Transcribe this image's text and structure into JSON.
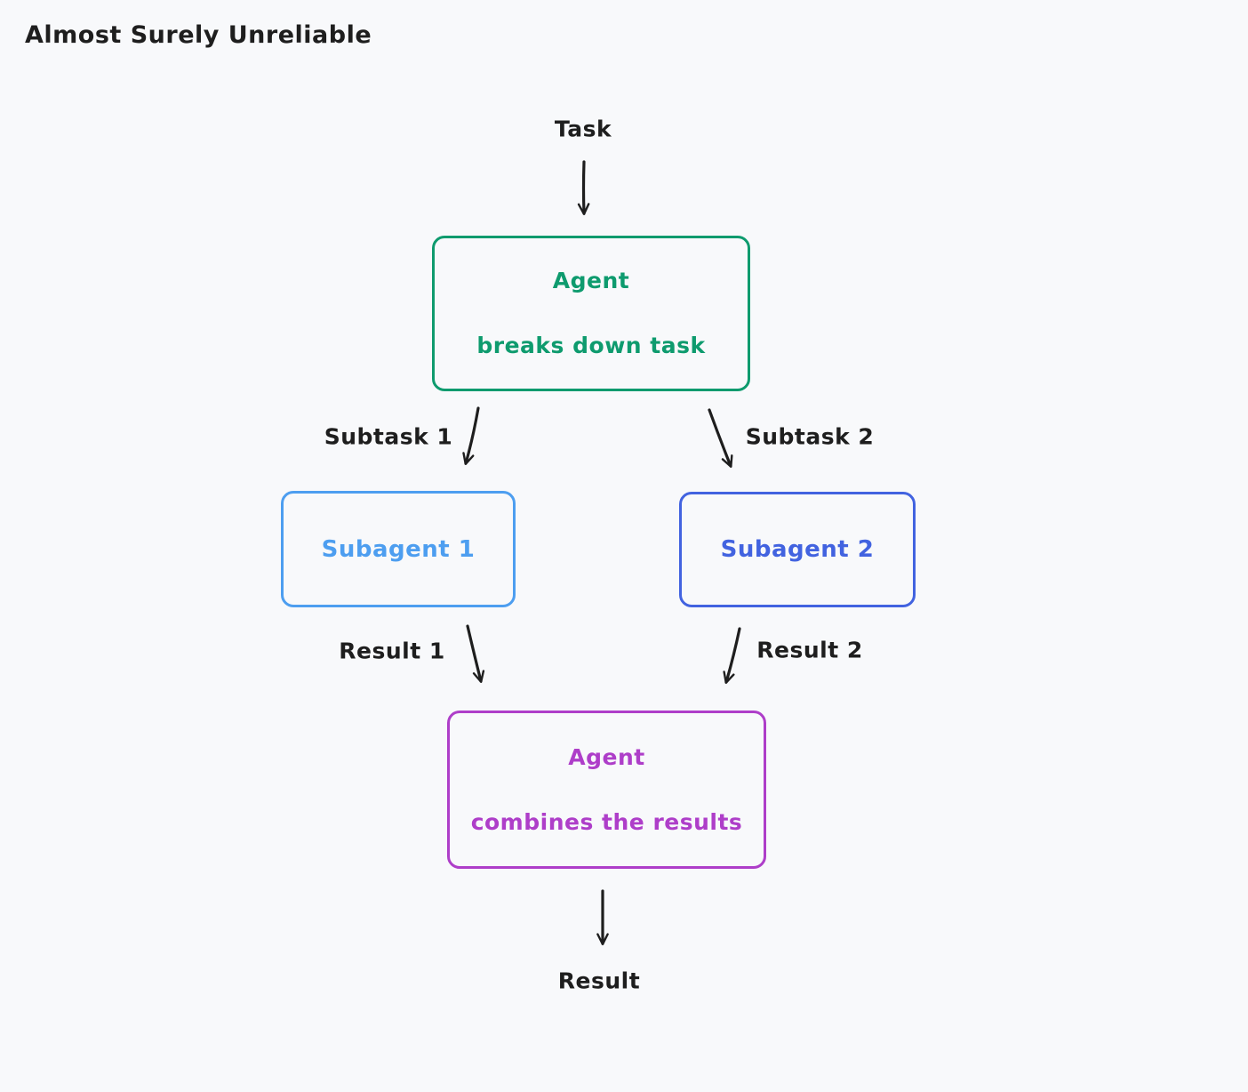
{
  "page": {
    "title": "Almost Surely Unreliable",
    "background_color": "#f8f9fb",
    "ink_color": "#1e1e1e"
  },
  "diagram": {
    "type": "flowchart",
    "nodes": {
      "agent_split": {
        "line1": "Agent",
        "line2": "breaks down task",
        "color": "#0e9b6e"
      },
      "subagent_1": {
        "label": "Subagent 1",
        "color": "#4d9ef0"
      },
      "subagent_2": {
        "label": "Subagent 2",
        "color": "#4263e0"
      },
      "agent_combine": {
        "line1": "Agent",
        "line2": "combines the results",
        "color": "#ae3ec9"
      }
    },
    "labels": {
      "task": "Task",
      "subtask_1": "Subtask 1",
      "subtask_2": "Subtask 2",
      "result_1": "Result 1",
      "result_2": "Result 2",
      "result": "Result"
    },
    "edges": [
      {
        "from": "task-label",
        "to": "agent_split"
      },
      {
        "from": "agent_split",
        "to": "subagent_1",
        "label": "Subtask 1"
      },
      {
        "from": "agent_split",
        "to": "subagent_2",
        "label": "Subtask 2"
      },
      {
        "from": "subagent_1",
        "to": "agent_combine",
        "label": "Result 1"
      },
      {
        "from": "subagent_2",
        "to": "agent_combine",
        "label": "Result 2"
      },
      {
        "from": "agent_combine",
        "to": "result-label"
      }
    ]
  }
}
